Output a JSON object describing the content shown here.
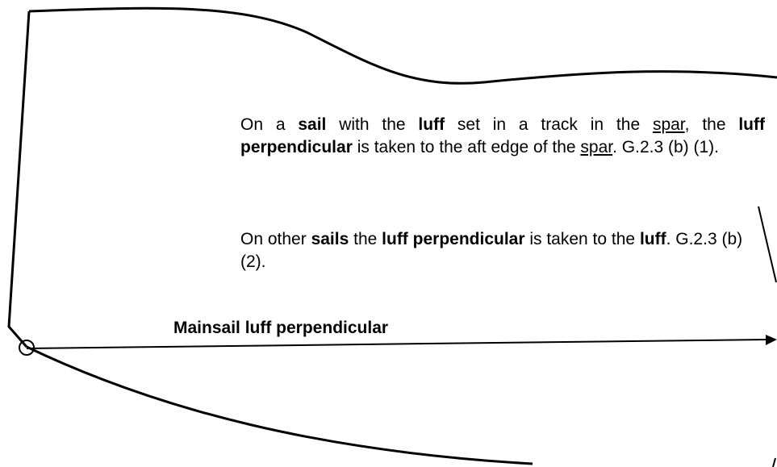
{
  "note_1": {
    "p1": "On a ",
    "sail": "sail",
    "p2": " with the ",
    "luff": "luff",
    "p3": " set in a track in the ",
    "spar": "spar",
    "p4": ", the ",
    "luff_perpendicular": "luff perpendicular",
    "p5": " is taken to the aft edge of the ",
    "spar_2": "spar",
    "p6": ". G.2.3 (b) (1)."
  },
  "note_2": {
    "p1": "On other ",
    "sails": "sails",
    "p2": " the ",
    "luff_perpendicular": "luff perpendicular",
    "p3": " is taken to the ",
    "luff": "luff",
    "p4": ". G.2.3 (b) (2)."
  },
  "label": "Mainsail luff perpendicular",
  "colors": {
    "line": "#000000",
    "background": "#ffffff"
  }
}
